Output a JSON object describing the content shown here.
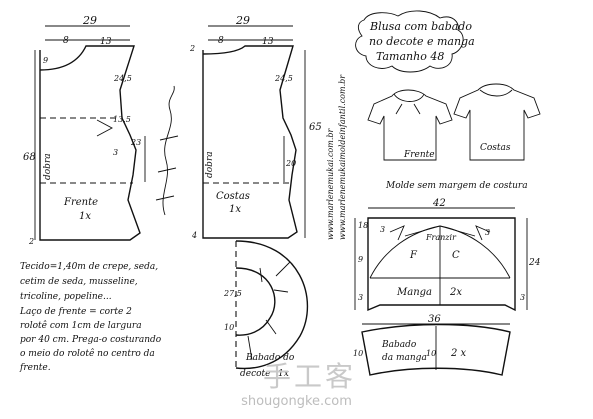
{
  "title": [
    "Blusa com babado",
    "no decote e manga",
    "Tamanho 48"
  ],
  "subtitle": "Molde sem margem de costura",
  "side_text": [
    "www.marlenemukai.com.br",
    "www.marlenemukaimoldeinfantil.com.br"
  ],
  "signature": "Marlene Mukai",
  "front": {
    "dims": {
      "top": "29",
      "neck": "8",
      "shoulder": "13",
      "armhole": "24,5",
      "dart": "3",
      "dart2": "13,5",
      "dart_h": "23",
      "side": "68",
      "bottom": "2",
      "drop": "9"
    },
    "fold_label": "dobra",
    "name": "Frente",
    "count": "1x"
  },
  "back": {
    "dims": {
      "top": "29",
      "neck": "8",
      "shoulder": "13",
      "neck_drop": "2",
      "armhole": "24,5",
      "length": "65",
      "side": "20",
      "bottom": "4"
    },
    "fold_label": "dobra",
    "name": "Costas",
    "count": "1x"
  },
  "sleeve": {
    "dims": {
      "width": "42",
      "top": "3",
      "cap": "18",
      "side": "24",
      "left": "9",
      "edge": "3",
      "low": "3",
      "right_edge": "3"
    },
    "labels": {
      "center": "Franzir",
      "left": "F",
      "right": "C",
      "name": "Manga",
      "count": "2x"
    }
  },
  "sleeve_ruffle": {
    "dims": {
      "width": "36",
      "height": "10",
      "side": "10"
    },
    "labels": {
      "name": "Babado",
      "sub": "da manga",
      "count": "2 x"
    }
  },
  "neck_ruffle": {
    "dims": {
      "h1": "27,5",
      "h2": "10"
    },
    "labels": {
      "name": "Babado do",
      "sub": "decote",
      "count": "1x"
    }
  },
  "notes": [
    "Tecido=1,40m de crepe, seda,",
    "cetim de seda, musseline,",
    "tricoline, popeline...",
    "Laço de frente = corte 2",
    "rolotê com 1cm de largura",
    "por 40 cm. Prega-o costurando",
    "o meio do rolotê no centro da",
    "frente."
  ],
  "illustration": {
    "front_label": "Frente",
    "back_label": "Costas"
  },
  "watermark": {
    "cn": "手工客",
    "url": "shougongke.com"
  }
}
